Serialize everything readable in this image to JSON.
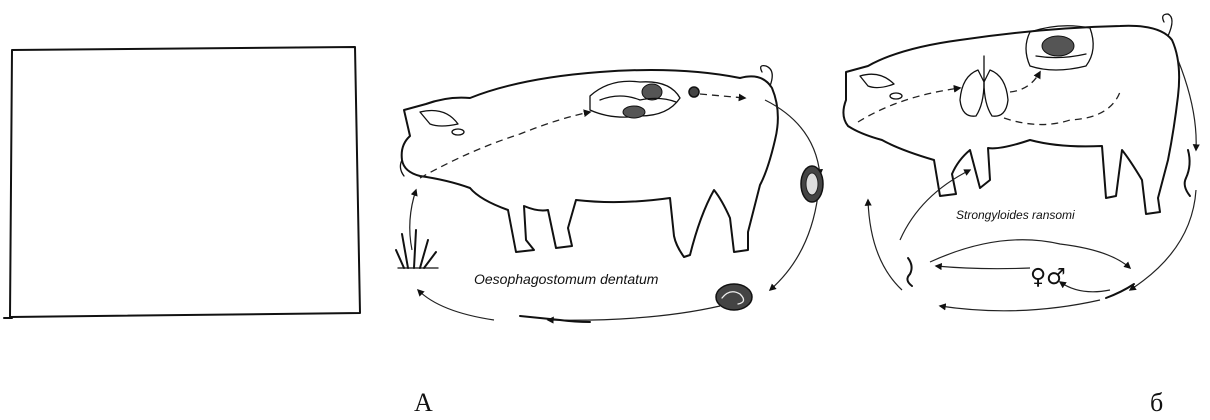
{
  "diagram_a": {
    "species_label": "Oesophagostomum dentatum",
    "panel_label": "А"
  },
  "diagram_b": {
    "species_label": "Strongyloides ransomi",
    "sex_symbols": "♀♂",
    "panel_label": "б"
  }
}
